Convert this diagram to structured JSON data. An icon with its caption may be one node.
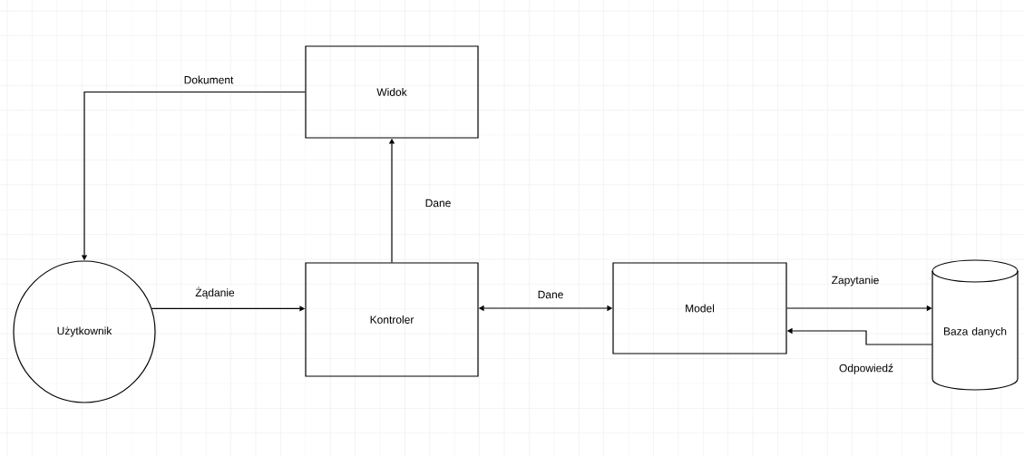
{
  "diagram": {
    "nodes": [
      {
        "text": [
          "Widok"
        ]
      },
      {
        "text": [
          "Użytkownik"
        ]
      },
      {
        "text": [
          "Kontroler"
        ]
      },
      {
        "text": [
          "Model"
        ]
      },
      {
        "text": [
          "Baza danych"
        ]
      }
    ],
    "edges": [
      {
        "from": 0,
        "to": 1,
        "arrow": "to",
        "label": "Dokument"
      },
      {
        "from": 1,
        "to": 2,
        "arrow": "to",
        "label": "Żądanie"
      },
      {
        "from": 2,
        "to": 0,
        "arrow": "to",
        "label": "Dane"
      },
      {
        "from": 2,
        "to": 3,
        "arrow": "both",
        "label": "Dane"
      },
      {
        "from": 3,
        "to": 4,
        "arrow": "to",
        "label": "Zapytanie"
      },
      {
        "from": 4,
        "to": 3,
        "arrow": "to",
        "label": "Odpowiedź"
      }
    ]
  }
}
